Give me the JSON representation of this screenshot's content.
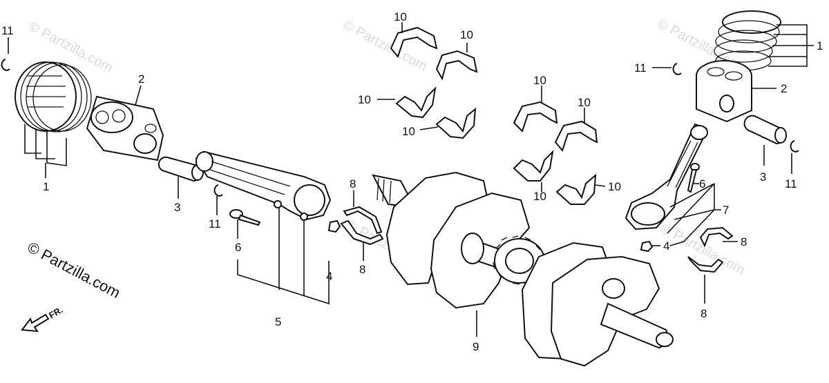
{
  "watermarks": {
    "main": "© Partzilla.com",
    "faint": "© Partzilla.com"
  },
  "direction": {
    "label": "FR."
  },
  "callouts": {
    "c1_left": "1",
    "c1_right": "1",
    "c2_left": "2",
    "c2_right": "2",
    "c3_left": "3",
    "c3_right": "3",
    "c4_left": "4",
    "c4_right": "4",
    "c5": "5",
    "c6_left": "6",
    "c6_right": "6",
    "c7": "7",
    "c8_a": "8",
    "c8_b": "8",
    "c8_c": "8",
    "c8_d": "8",
    "c9": "9",
    "c10_a": "10",
    "c10_b": "10",
    "c10_c": "10",
    "c10_d": "10",
    "c10_e": "10",
    "c10_f": "10",
    "c10_g": "10",
    "c10_h": "10",
    "c11_a": "11",
    "c11_b": "11",
    "c11_c": "11",
    "c11_d": "11"
  }
}
